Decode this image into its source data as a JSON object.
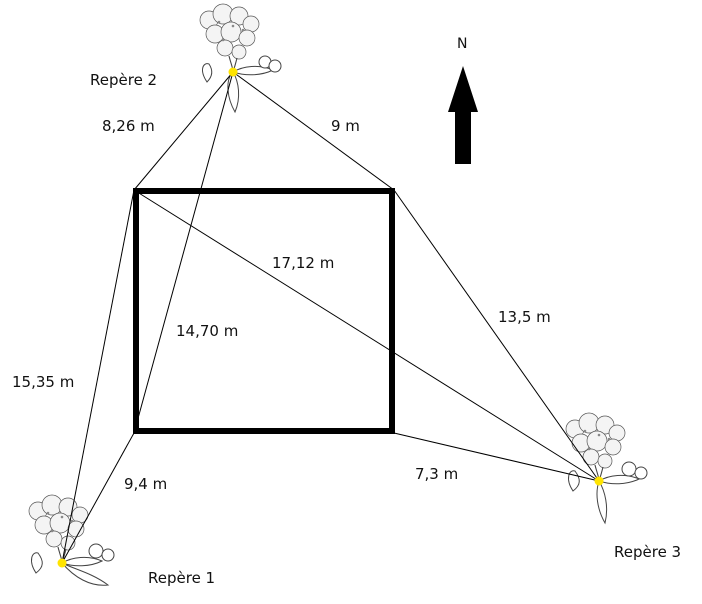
{
  "north": {
    "label": "N"
  },
  "markers": {
    "m1": {
      "label": "Repère 1",
      "icon": "plant-icon"
    },
    "m2": {
      "label": "Repère 2",
      "icon": "plant-icon"
    },
    "m3": {
      "label": "Repère 3",
      "icon": "plant-icon"
    }
  },
  "measurements": {
    "m2_to_nw_corner": "8,26 m",
    "m2_to_ne_corner": "9 m",
    "nw_corner_to_m3": "17,12 m",
    "m2_to_sw_corner": "14,70 m",
    "ne_corner_to_m3": "13,5 m",
    "nw_corner_to_m1": "15,35 m",
    "m1_to_sw_corner": "9,4 m",
    "se_corner_to_m3": "7,3 m"
  },
  "colors": {
    "line": "#000000",
    "marker_dot": "#ffe400",
    "text": "#111111"
  }
}
